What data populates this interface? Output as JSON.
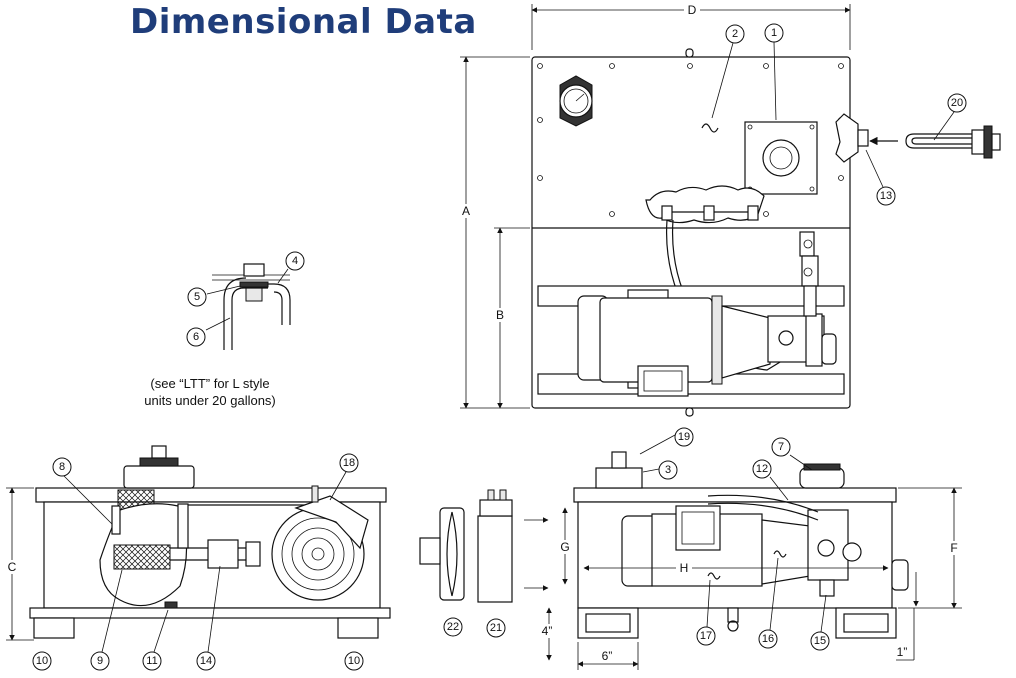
{
  "title": "Dimensional Data",
  "note_lines": [
    "(see “LTT” for L style",
    "units under 20 gallons)"
  ],
  "dimensions": {
    "A": "A",
    "B": "B",
    "C": "C",
    "D": "D",
    "F": "F",
    "G": "G",
    "H": "H",
    "four_in": "4”",
    "six_in": "6”",
    "one_in": "1”"
  },
  "callouts": [
    "1",
    "2",
    "3",
    "4",
    "5",
    "6",
    "7",
    "8",
    "9",
    "10",
    "11",
    "12",
    "13",
    "14",
    "15",
    "16",
    "17",
    "18",
    "19",
    "20",
    "21",
    "22"
  ]
}
